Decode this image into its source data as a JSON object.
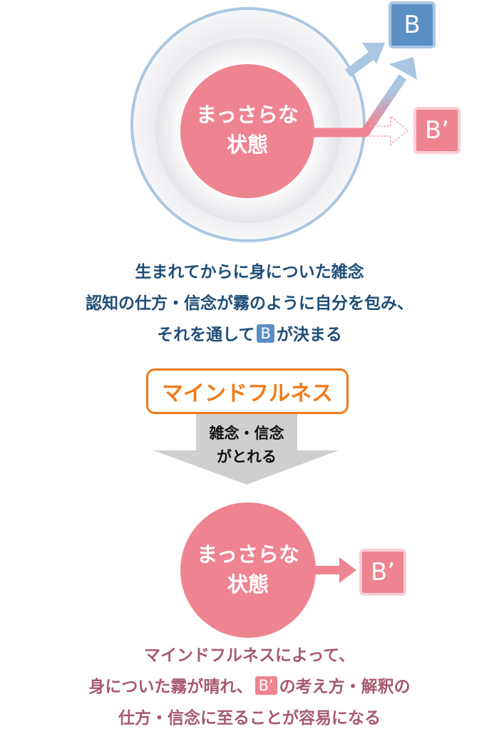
{
  "top_diagram": {
    "center_label_line1": "まっさらな",
    "center_label_line2": "状態",
    "box_b": "B",
    "box_b_prime": "B’"
  },
  "top_caption": {
    "line1": "生まれてからに身についた雑念",
    "line2": "認知の仕方・信念が霧のように自分を包み、",
    "line3_pre": "それを通して",
    "line3_badge": "B",
    "line3_post": "が決まる"
  },
  "mindfulness": {
    "label": "マインドフルネス",
    "arrow_line1": "雑念・信念",
    "arrow_line2": "がとれる"
  },
  "bottom_diagram": {
    "center_label_line1": "まっさらな",
    "center_label_line2": "状態",
    "box_b_prime": "B’"
  },
  "bottom_caption": {
    "line1": "マインドフルネスによって、",
    "line2_pre": "身についた霧が晴れ、",
    "line2_badge": "B’",
    "line2_post": "の考え方・解釈の",
    "line3": "仕方・信念に至ることが容易になる"
  },
  "colors": {
    "pink": "#ef8491",
    "blue": "#5b8fc4",
    "light_blue": "#a9c6e2",
    "orange": "#f07a1a",
    "navy_text": "#1f4d77",
    "mauve_text": "#a65a70"
  }
}
